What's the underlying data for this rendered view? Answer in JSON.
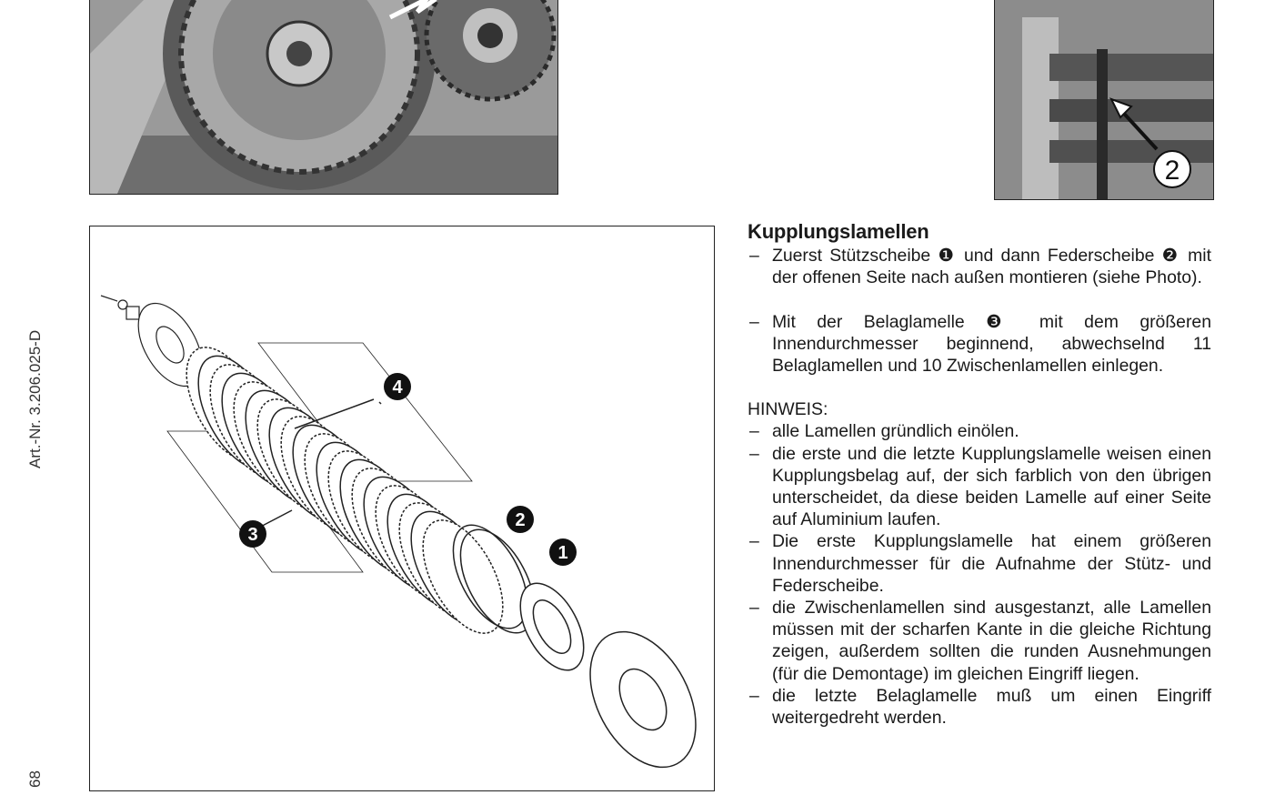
{
  "margin": {
    "article_number": "Art.-Nr.  3.206.025-D",
    "page_number": "68"
  },
  "photo2": {
    "callout": "2"
  },
  "diagram": {
    "callouts": [
      "1",
      "2",
      "3",
      "4"
    ]
  },
  "section": {
    "title": "Kupplungslamellen",
    "steps": [
      "Zuerst Stützscheibe ❶ und dann Federscheibe ❷ mit der offenen Seite nach außen montieren (siehe Photo).",
      "Mit der Belaglamelle ❸ mit dem größeren Innendurchmesser beginnend, abwechselnd 11 Belaglamellen und 10 Zwischenlamellen einlegen."
    ],
    "note_label": "HINWEIS:",
    "notes": [
      "alle Lamellen gründlich einölen.",
      "die erste und die letzte Kupplungslamelle weisen einen Kupplungsbelag auf, der sich farblich von den übrigen unterscheidet, da diese beiden Lamelle auf einer Seite auf Aluminium laufen.",
      "Die erste Kupplungslamelle hat einem größeren Innendurchmesser für die Aufnahme der Stütz- und Federscheibe.",
      "die Zwischenlamellen sind ausgestanzt, alle Lamellen müssen mit der scharfen Kante in die gleiche Richtung zeigen, außerdem sollten die runden Ausnehmungen (für die Demontage) im gleichen Eingriff liegen.",
      "die letzte Belaglamelle muß um einen Eingriff weitergedreht werden."
    ],
    "dash": "–"
  }
}
